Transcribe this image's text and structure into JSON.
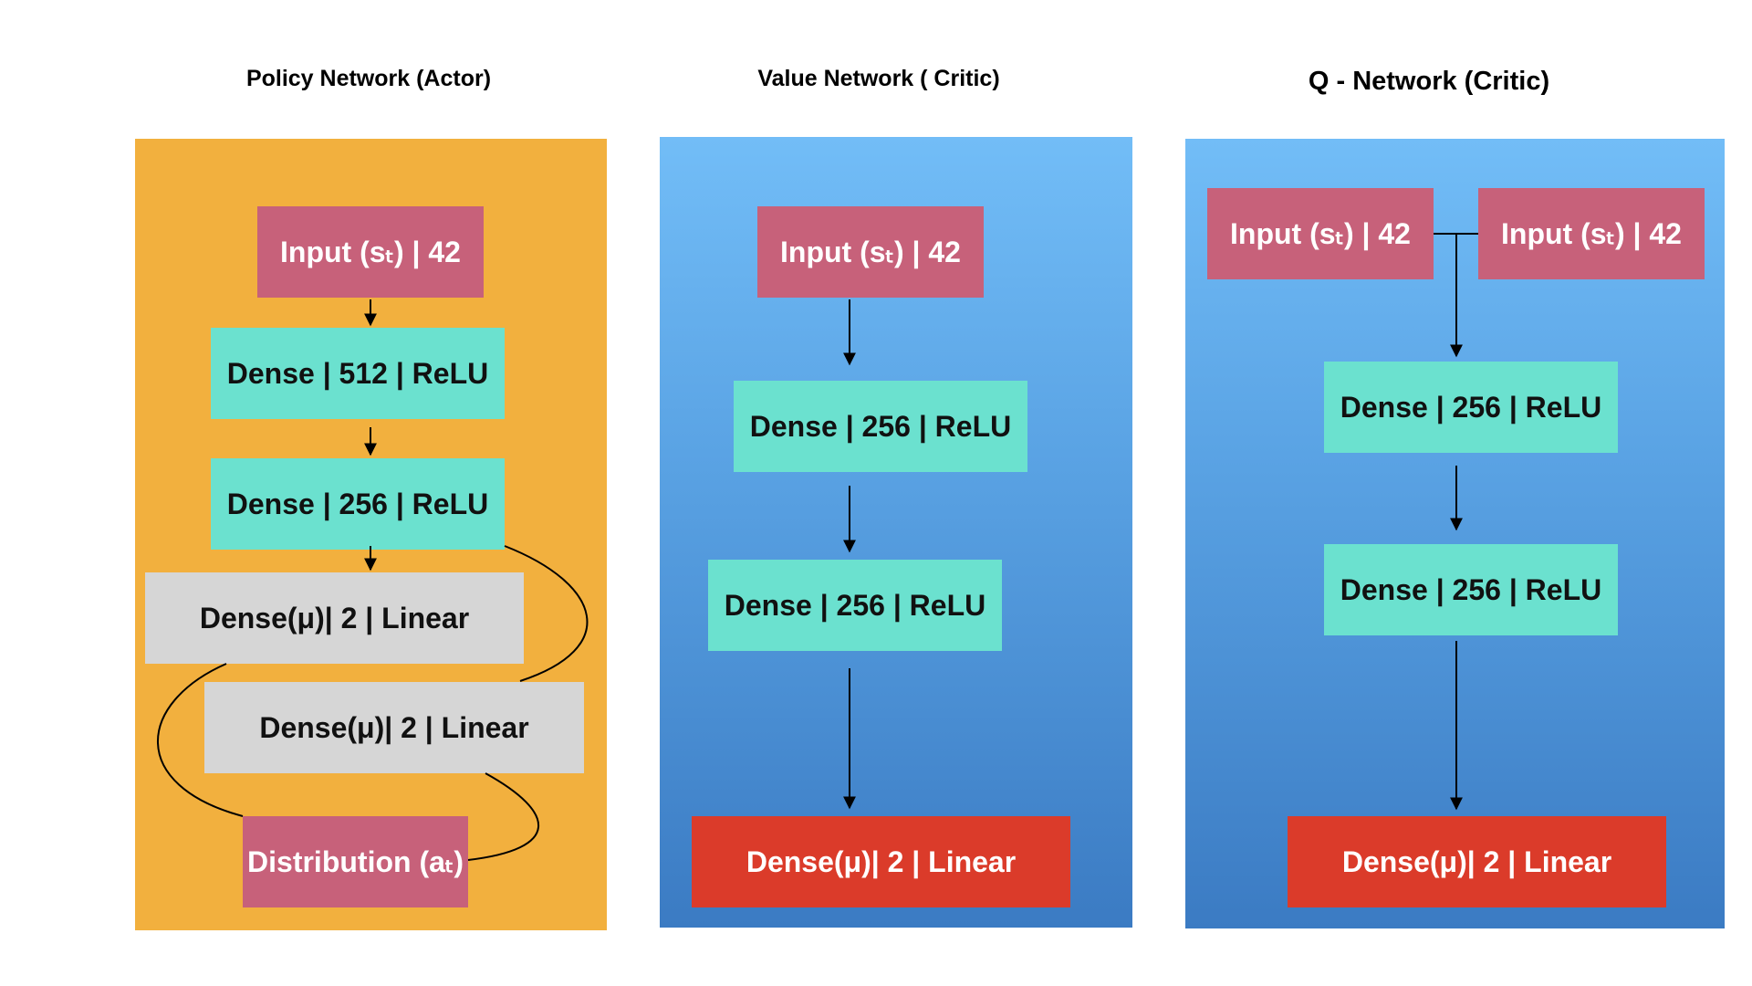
{
  "panels": {
    "policy": {
      "title": "Policy Network (Actor)",
      "input": "Input (sₜ) | 42",
      "dense1": "Dense | 512 | ReLU",
      "dense2": "Dense | 256 | ReLU",
      "mu1": "Dense(μ)| 2 | Linear",
      "mu2": "Dense(μ)| 2 | Linear",
      "distribution": "Distribution (aₜ)"
    },
    "value": {
      "title": "Value Network ( Critic)",
      "input": "Input (sₜ) | 42",
      "dense1": "Dense | 256 | ReLU",
      "dense2": "Dense | 256 | ReLU",
      "output": "Dense(μ)| 2 | Linear"
    },
    "q": {
      "title": "Q - Network (Critic)",
      "input_left": "Input (sₜ) | 42",
      "input_right": "Input (sₜ) | 42",
      "dense1": "Dense | 256 | ReLU",
      "dense2": "Dense | 256 | ReLU",
      "output": "Dense(μ)| 2 | Linear"
    }
  },
  "colors": {
    "policy_panel": "#F2B03E",
    "critic_panel_top": "#72BDF7",
    "critic_panel_bottom": "#3B7BC3",
    "input_box": "#C7617A",
    "dense_box": "#6BE1CF",
    "linear_box": "#D6D6D6",
    "output_box": "#DB3B2A"
  }
}
